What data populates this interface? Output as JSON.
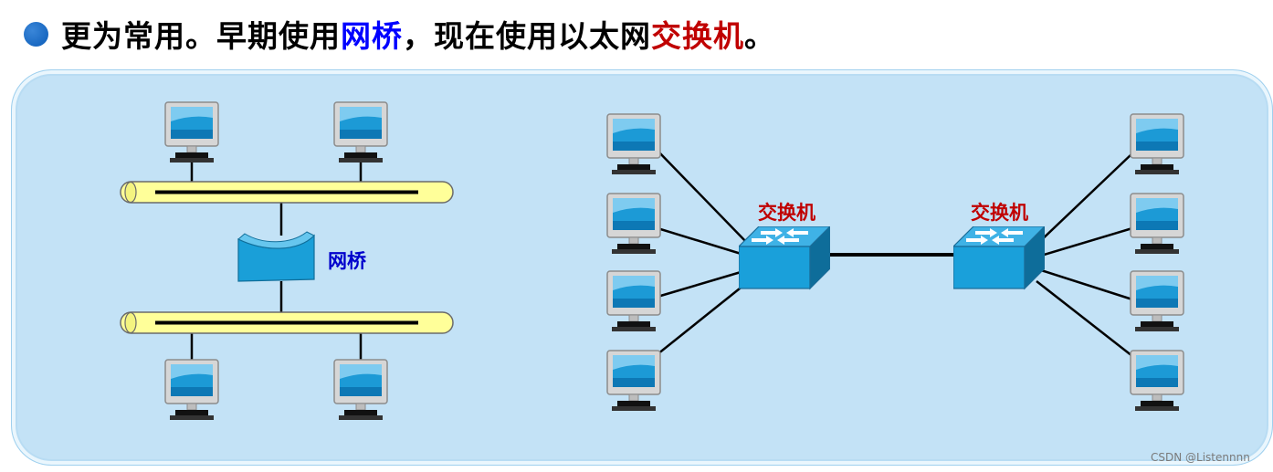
{
  "heading": {
    "part1": "更为常用。早期使用",
    "bridge_word": "网桥",
    "part2": "，现在使用以太网",
    "switch_word": "交换机",
    "part3": "。"
  },
  "diagram": {
    "bridge_label": "网桥",
    "switch1_label": "交换机",
    "switch2_label": "交换机"
  },
  "colors": {
    "panel_bg": "#c3e2f6",
    "bus_fill": "#ffff99",
    "device_blue": "#2a9fd6",
    "highlight_blue": "#0000ff",
    "highlight_red": "#c00000"
  },
  "watermark": "CSDN @Listennnn"
}
